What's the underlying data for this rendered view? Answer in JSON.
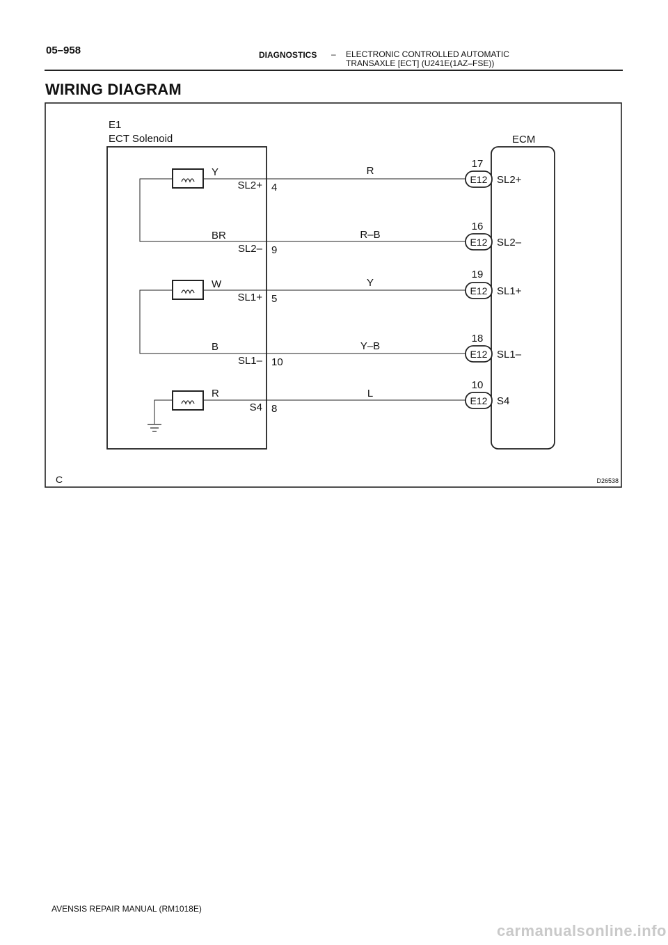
{
  "header": {
    "page_number": "05–958",
    "section": "DIAGNOSTICS",
    "separator": "–",
    "title_line1": "ELECTRONIC CONTROLLED AUTOMATIC",
    "title_line2": "TRANSAXLE [ECT] (U241E(1AZ–FSE))"
  },
  "heading": "WIRING DIAGRAM",
  "diagram": {
    "solenoid_id": "E1",
    "solenoid_name": "ECT Solenoid",
    "ecm_label": "ECM",
    "corner_label": "C",
    "figure_code": "D26538",
    "wires": [
      {
        "sol_wire_color": "Y",
        "sol_terminal": "SL2+",
        "sol_pin": "4",
        "harness_color": "R",
        "ecm_pin": "17",
        "connector": "E12",
        "ecm_terminal": "SL2+"
      },
      {
        "sol_wire_color": "BR",
        "sol_terminal": "SL2–",
        "sol_pin": "9",
        "harness_color": "R–B",
        "ecm_pin": "16",
        "connector": "E12",
        "ecm_terminal": "SL2–"
      },
      {
        "sol_wire_color": "W",
        "sol_terminal": "SL1+",
        "sol_pin": "5",
        "harness_color": "Y",
        "ecm_pin": "19",
        "connector": "E12",
        "ecm_terminal": "SL1+"
      },
      {
        "sol_wire_color": "B",
        "sol_terminal": "SL1–",
        "sol_pin": "10",
        "harness_color": "Y–B",
        "ecm_pin": "18",
        "connector": "E12",
        "ecm_terminal": "SL1–"
      },
      {
        "sol_wire_color": "R",
        "sol_terminal": "S4",
        "sol_pin": "8",
        "harness_color": "L",
        "ecm_pin": "10",
        "connector": "E12",
        "ecm_terminal": "S4"
      }
    ]
  },
  "footer": "AVENSIS REPAIR MANUAL   (RM1018E)",
  "watermark": "carmanualsonline.info"
}
